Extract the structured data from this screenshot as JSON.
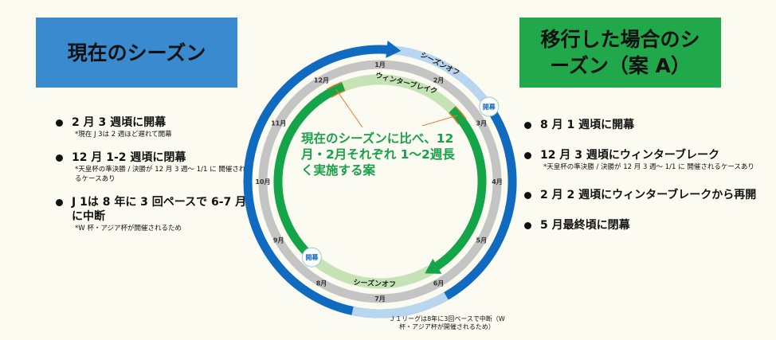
{
  "current": {
    "title": "現在のシーズン",
    "items": [
      {
        "main": "2 月 3 週頃に開幕",
        "note": "*現在 J 3は 2 週ほど遅れて開幕"
      },
      {
        "main": "12 月 1-2 週頃に閉幕",
        "note": "*天皇杯の準決勝 / 決勝が 12 月 3 週〜 1/1 に 開催されるケースあり"
      },
      {
        "main": "J 1は 8 年に 3 回ペースで 6-7 月に中断",
        "note": "*W 杯・アジア杯が開催されるため"
      }
    ]
  },
  "proposal": {
    "title": "移行した場合のシーズン（案 A）",
    "items": [
      {
        "main": "8 月 1 週頃に開幕",
        "note": ""
      },
      {
        "main": "12 月 3 週頃にウィンターブレーク",
        "note": "*天皇杯の準決勝 / 決勝が 12 月 3 週〜 1/1 に 開催されるケースあり"
      },
      {
        "main": "2 月 2 週頃にウィンターブレークから再開",
        "note": ""
      },
      {
        "main": "5 月最終頃に閉幕",
        "note": ""
      }
    ]
  },
  "diagram": {
    "months": [
      "1月",
      "2月",
      "3月",
      "4月",
      "5月",
      "6月",
      "7月",
      "8月",
      "9月",
      "10月",
      "11月",
      "12月"
    ],
    "center_text": "現在のシーズンに比べ、12月・2月それぞれ 1〜2週長く実施する案",
    "outer_off_label": "シーズンオフ",
    "inner_break_label": "ウィンターブレイク",
    "inner_off_label": "シーズンオフ",
    "badge_label": "開幕",
    "footnote": "Ｊ１リーグは8年に3回ペースで中断（W杯・アジア杯が開催されるため）",
    "outer_segments_month": [
      {
        "from": 2.85,
        "to": 13.2,
        "type": "season"
      },
      {
        "from": 13.2,
        "to": 14.85,
        "type": "off"
      },
      {
        "from": 6.0,
        "to": 7.4,
        "type": "off"
      }
    ],
    "inner_segments_month": [
      {
        "from": 8.4,
        "to": 12.3,
        "type": "season"
      },
      {
        "from": 12.3,
        "to": 14.5,
        "type": "off"
      },
      {
        "from": 14.5,
        "to": 18.0,
        "type": "season"
      },
      {
        "from": 18.0,
        "to": 20.4,
        "type": "off"
      }
    ],
    "extension_month": [
      {
        "from": 12.0,
        "to": 12.3
      },
      {
        "from": 14.5,
        "to": 14.8
      }
    ],
    "colors": {
      "blue": "#0f6ac0",
      "light_blue": "#b9d6f0",
      "green": "#13a548",
      "light_green": "#c6e3b5",
      "gray": "#c4c4c4",
      "orange": "#ee7a2d"
    }
  }
}
